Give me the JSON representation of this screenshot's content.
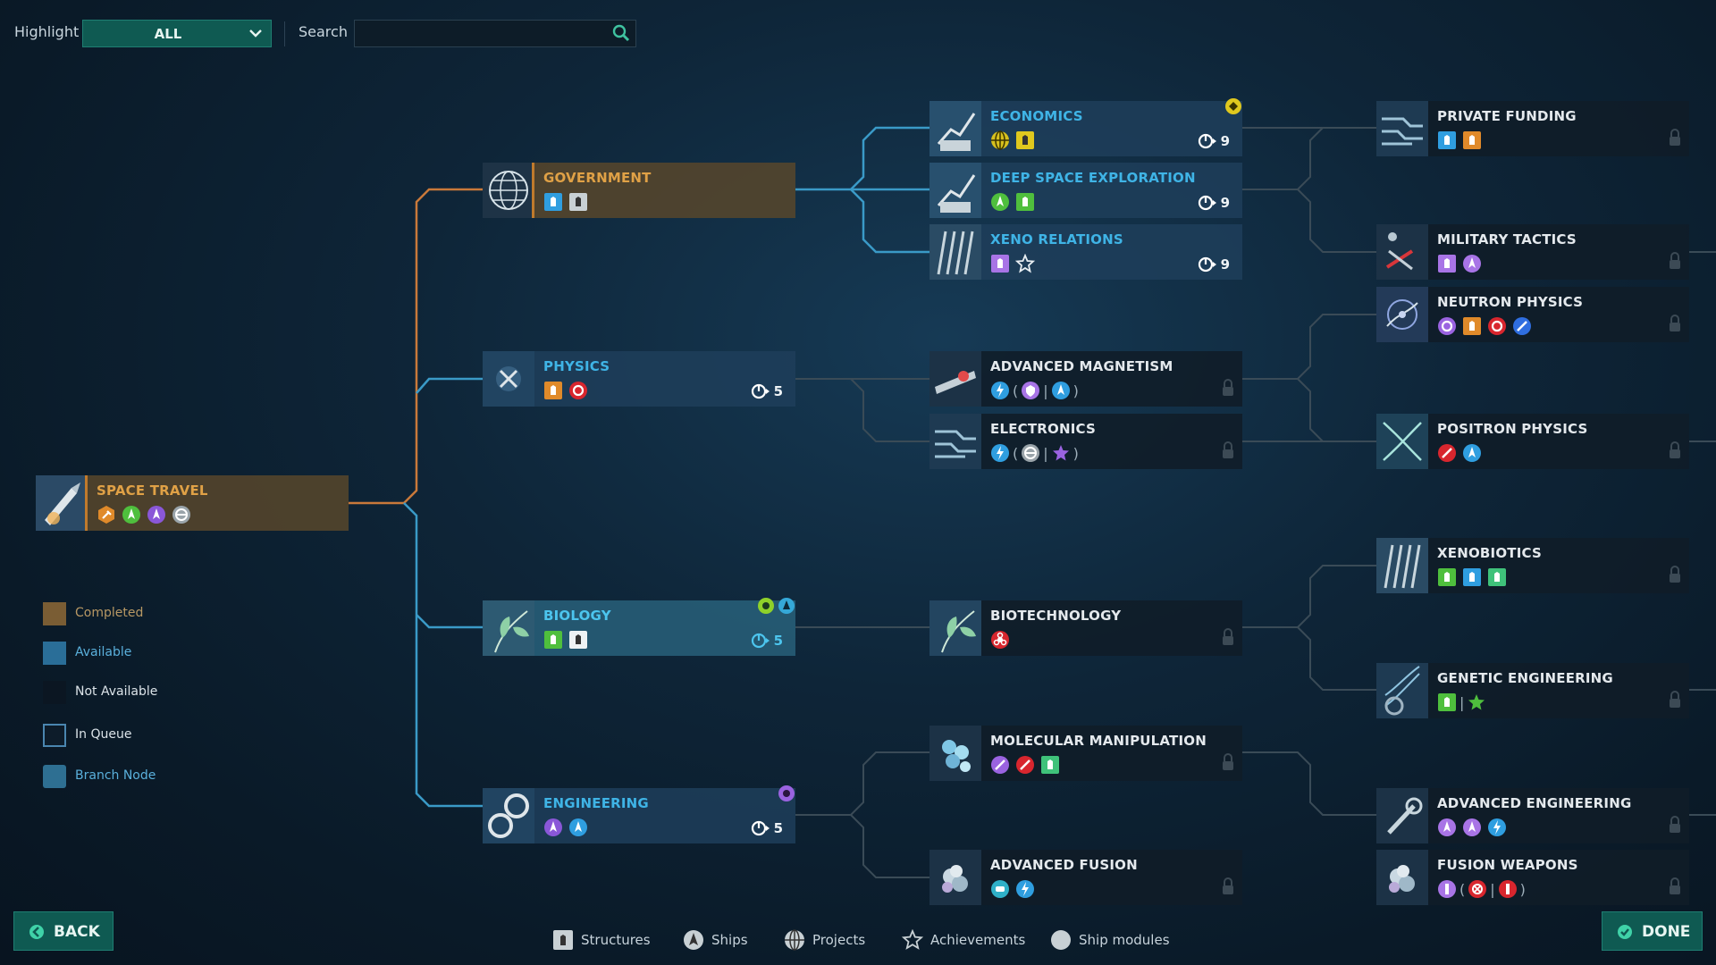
{
  "toolbar": {
    "highlight_label": "Highlight",
    "highlight_value": "ALL",
    "search_label": "Search",
    "search_placeholder": ""
  },
  "nodes": {
    "space_travel": {
      "title": "SPACE TRAVEL",
      "state": "completed"
    },
    "government": {
      "title": "GOVERNMENT",
      "state": "completed"
    },
    "physics": {
      "title": "PHYSICS",
      "state": "available",
      "turns": "5"
    },
    "biology": {
      "title": "BIOLOGY",
      "state": "branch",
      "turns": "5"
    },
    "engineering": {
      "title": "ENGINEERING",
      "state": "available",
      "turns": "5"
    },
    "economics": {
      "title": "ECONOMICS",
      "state": "available",
      "turns": "9"
    },
    "deep_space": {
      "title": "DEEP SPACE EXPLORATION",
      "state": "available",
      "turns": "9"
    },
    "xeno_relations": {
      "title": "XENO RELATIONS",
      "state": "available",
      "turns": "9"
    },
    "adv_magnetism": {
      "title": "ADVANCED MAGNETISM",
      "state": "na"
    },
    "electronics": {
      "title": "ELECTRONICS",
      "state": "na"
    },
    "biotechnology": {
      "title": "BIOTECHNOLOGY",
      "state": "na"
    },
    "molecular": {
      "title": "MOLECULAR MANIPULATION",
      "state": "na"
    },
    "adv_fusion": {
      "title": "ADVANCED FUSION",
      "state": "na"
    },
    "private_funding": {
      "title": "PRIVATE FUNDING",
      "state": "na"
    },
    "military_tactics": {
      "title": "MILITARY TACTICS",
      "state": "na"
    },
    "neutron_physics": {
      "title": "NEUTRON PHYSICS",
      "state": "na"
    },
    "positron_physics": {
      "title": "POSITRON PHYSICS",
      "state": "na"
    },
    "xenobiotics": {
      "title": "XENOBIOTICS",
      "state": "na"
    },
    "genetic_eng": {
      "title": "GENETIC ENGINEERING",
      "state": "na"
    },
    "adv_engineering": {
      "title": "ADVANCED ENGINEERING",
      "state": "na"
    },
    "fusion_weapons": {
      "title": "FUSION WEAPONS",
      "state": "na"
    }
  },
  "legend": {
    "completed": "Completed",
    "available": "Available",
    "not_available": "Not Available",
    "in_queue": "In Queue",
    "branch_node": "Branch Node"
  },
  "bottom": {
    "back": "BACK",
    "done": "DONE",
    "structures": "Structures",
    "ships": "Ships",
    "projects": "Projects",
    "achievements": "Achievements",
    "ship_modules": "Ship modules"
  },
  "colors": {
    "completed": "#7a5d34",
    "available": "#2a77a6",
    "branch": "#3a8fb3",
    "accent_button": "#0f5a52",
    "line_completed": "#c9793a",
    "line_available": "#3a9ac7"
  }
}
